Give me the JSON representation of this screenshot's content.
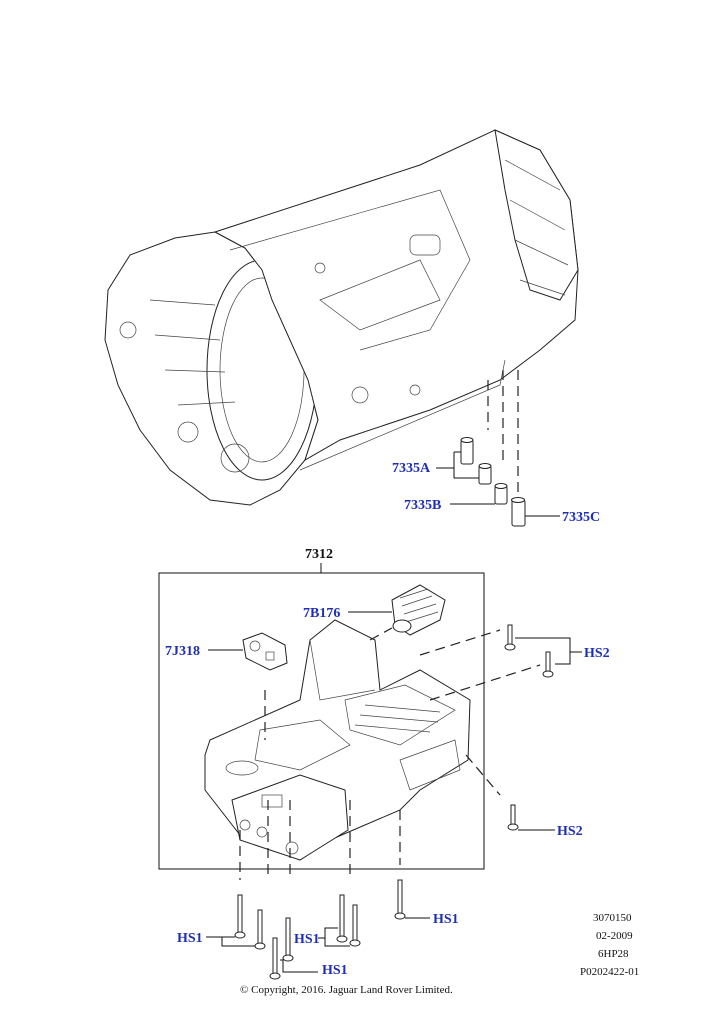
{
  "callouts": {
    "c7335A": "7335A",
    "c7335B": "7335B",
    "c7335C": "7335C",
    "c7312": "7312",
    "c7B176": "7B176",
    "c7J318": "7J318",
    "cHS2a": "HS2",
    "cHS2b": "HS2",
    "cHS1a": "HS1",
    "cHS1b": "HS1",
    "cHS1c": "HS1",
    "cHS1d": "HS1"
  },
  "meta": {
    "ref": "3070150",
    "date": "02-2009",
    "model": "6HP28",
    "code": "P0202422-01",
    "copyright": "© Copyright, 2016. Jaguar Land Rover Limited."
  },
  "colors": {
    "callout": "#1f2fb0",
    "line": "#111111"
  }
}
